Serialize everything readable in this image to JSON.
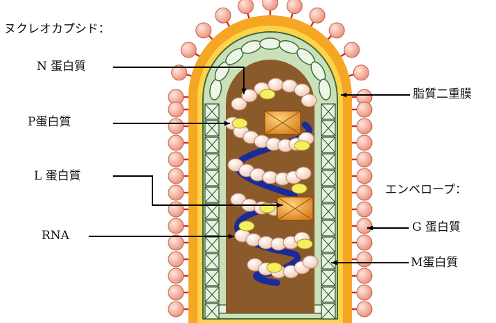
{
  "labels": {
    "nucleocapsid": "ヌクレオカプシド：",
    "n_protein": "N 蛋白質",
    "p_protein": "P蛋白質",
    "l_protein": "L 蛋白質",
    "rna": "RNA",
    "lipid_bilayer": "脂質二重膜",
    "envelope": "エンベロープ：",
    "g_protein": "G 蛋白質",
    "m_protein": "M蛋白質"
  },
  "colors": {
    "g_protein_ball": "#f4a690",
    "g_protein_stem": "#cc3322",
    "envelope_outer": "#f5a623",
    "envelope_inner": "#ffd24a",
    "matrix_layer": "#e8f2e0",
    "m_protein_cross": "#2f4f2f",
    "capsid_interior": "#8b5a2b",
    "n_protein_bead": "#fde8dc",
    "p_protein": "#f5ee60",
    "l_protein": "#e6a23c",
    "rna_strand": "#1a2a9a",
    "leader_line": "#000000"
  }
}
